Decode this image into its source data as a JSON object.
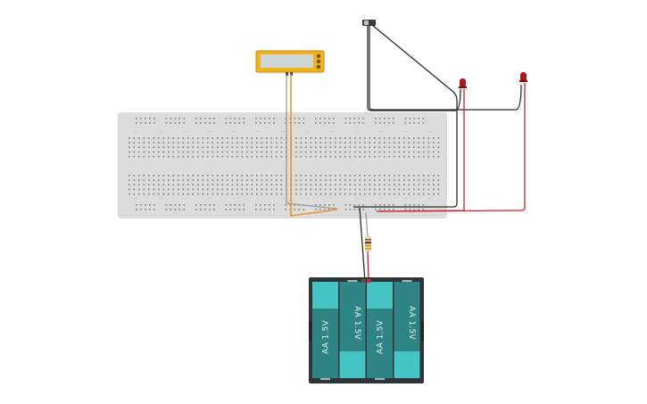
{
  "canvas": {
    "background": "#ffffff"
  },
  "breadboard": {
    "color": "#dcdcdc",
    "hole_color": "#7a7a7a",
    "rail_mark_color": "#c9c9c9"
  },
  "multimeter": {
    "body_color": "#f2b21c",
    "screen_color": "#cfd6d6"
  },
  "switch": {
    "color": "#3a3a3a"
  },
  "leds": [
    {
      "name": "led-1",
      "color": "#b3151b"
    },
    {
      "name": "led-2",
      "color": "#b3151b"
    }
  ],
  "resistor": {
    "body_color": "#e9d2a4",
    "bands": [
      "#a0522d",
      "#1b1b1b",
      "#d48a1a",
      "#c9a227"
    ]
  },
  "battery_pack": {
    "case_color": "#2e3538",
    "cell_color": "#2f8585",
    "cap_color": "#46c4c4",
    "cells": [
      {
        "label": "AA 1.5V"
      },
      {
        "label": "AA 1.5V"
      },
      {
        "label": "AA 1.5V"
      },
      {
        "label": "AA 1.5V"
      }
    ]
  },
  "wires": {
    "black": "#2a2a2a",
    "red": "#cc2027",
    "orange": "#f0922b",
    "gray": "#9a9a9a"
  }
}
